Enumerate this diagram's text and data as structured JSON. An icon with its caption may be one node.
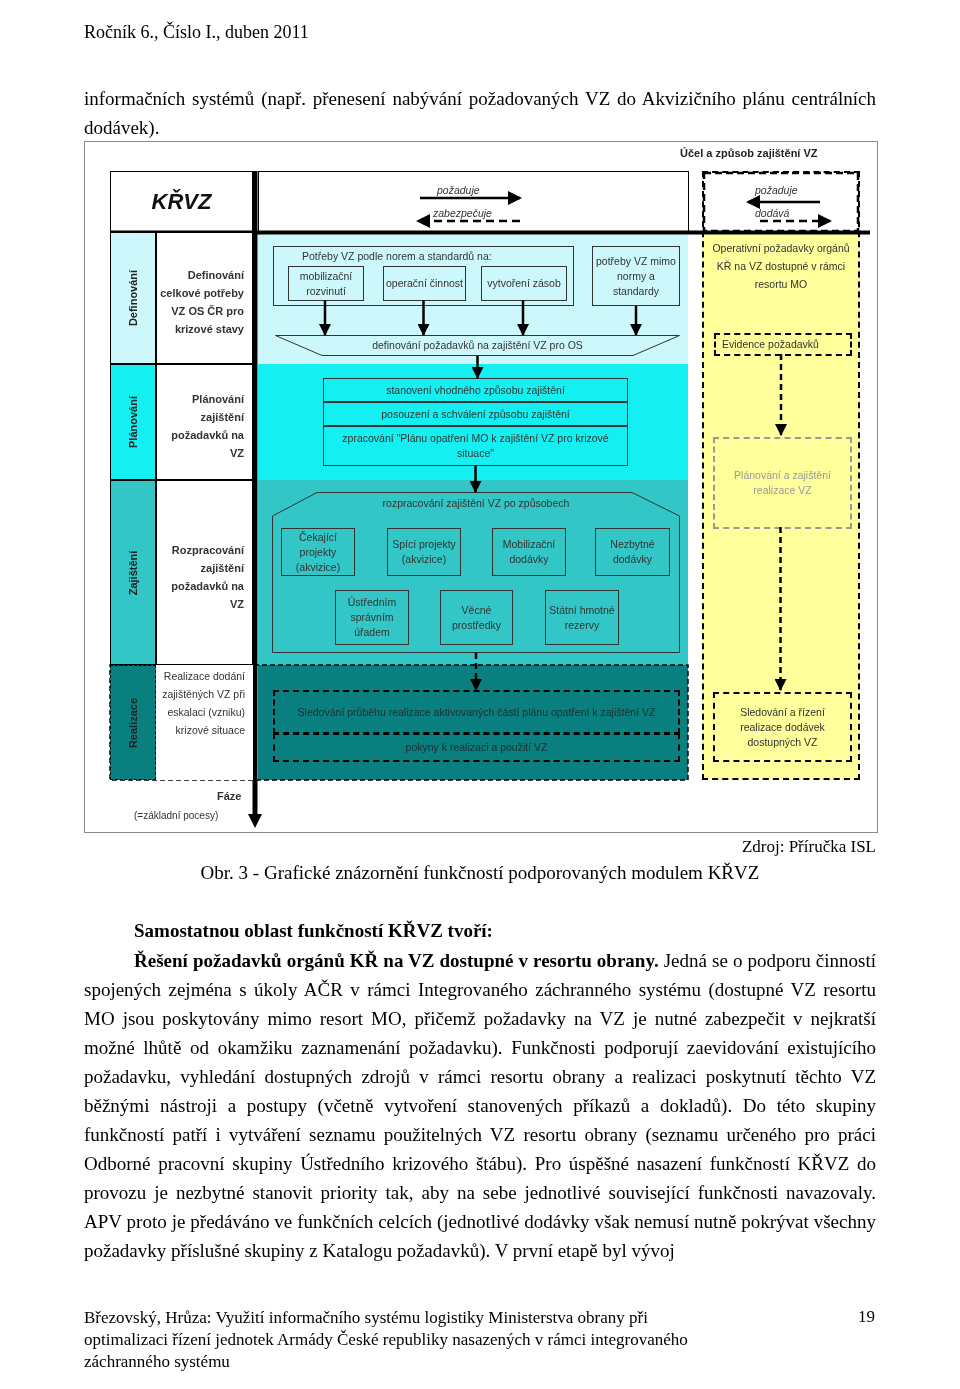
{
  "diagram": {
    "caption": "Obr. 3 - Grafické znázornění funkčností podporovaných modulem KŘVZ",
    "nodes": [
      {
        "text": [
          "KŘVZ"
        ]
      },
      {
        "text": [
          "Definování"
        ]
      },
      {
        "text": [
          "Definování celkové potřeby VZ OS ČR pro krizové stavy"
        ]
      },
      {
        "text": [
          "Plánování"
        ]
      },
      {
        "text": [
          "Plánování zajištění požadavků na VZ"
        ]
      },
      {
        "text": [
          "Zajištění"
        ]
      },
      {
        "text": [
          "Rozpracování zajištění požadavků na VZ"
        ]
      },
      {
        "text": [
          "Realizace"
        ]
      },
      {
        "text": [
          "Realizace dodání zajištěných VZ při eskalaci (vzniku) krizové situace"
        ]
      },
      {
        "text": [
          "Potřeby VZ podle norem a standardů na:"
        ]
      },
      {
        "text": [
          "mobilizační rozvinutí"
        ],
        "in": 9
      },
      {
        "text": [
          "operační činnost"
        ],
        "in": 9
      },
      {
        "text": [
          "vytvoření zásob"
        ],
        "in": 9
      },
      {
        "text": [
          "potřeby VZ mimo normy a standardy"
        ]
      },
      {
        "text": [
          "definování požadavků na zajištění VZ pro OS"
        ]
      },
      {
        "text": [
          "stanovení vhodného způsobu zajištění"
        ]
      },
      {
        "text": [
          "posouzení a schválení způsobu zajištění"
        ]
      },
      {
        "text": [
          "zpracování \"Plánu opatření MO k zajištění VZ pro krizové situace\""
        ]
      },
      {
        "text": [
          "rozpracování zajištění VZ po způsobech"
        ]
      },
      {
        "text": [
          "Čekající projekty (akvizice)"
        ],
        "in": 18
      },
      {
        "text": [
          "Spící projekty (akvizice)"
        ],
        "in": 18
      },
      {
        "text": [
          "Mobilizační dodávky"
        ],
        "in": 18
      },
      {
        "text": [
          "Nezbytné dodávky"
        ],
        "in": 18
      },
      {
        "text": [
          "Ústředním správním úřadem"
        ],
        "in": 18
      },
      {
        "text": [
          "Věcné prostředky"
        ],
        "in": 18
      },
      {
        "text": [
          "Státní hmotné rezervy"
        ],
        "in": 18
      },
      {
        "text": [
          "Sledování průběhu realizace aktivovaných částí plánu opatření k zajištění VZ"
        ]
      },
      {
        "text": [
          "pokyny k realizaci a použití VZ"
        ]
      },
      {
        "text": [
          "Účel a způsob zajištění VZ",
          "Operativní požadavky orgánů KŘ na VZ dostupné v rámci resortu MO"
        ]
      },
      {
        "text": [
          "Evidence požadavků"
        ],
        "in": 28
      },
      {
        "text": [
          "Plánování a zajištění realizace VZ"
        ],
        "in": 28
      },
      {
        "text": [
          "Sledování a řízení realizace dodávek dostupných VZ"
        ],
        "in": 28
      }
    ],
    "edges": [
      {
        "from": 10,
        "to": 14,
        "arrow": "to"
      },
      {
        "from": 11,
        "to": 14,
        "arrow": "to"
      },
      {
        "from": 12,
        "to": 14,
        "arrow": "to"
      },
      {
        "from": 13,
        "to": 14,
        "arrow": "to"
      },
      {
        "from": 14,
        "to": 15,
        "arrow": "to"
      },
      {
        "from": 17,
        "to": 18,
        "arrow": "to"
      },
      {
        "from": 18,
        "to": 26,
        "arrow": "to",
        "style": "dashed"
      },
      {
        "from": 29,
        "to": 30,
        "arrow": "to",
        "style": "dashed"
      },
      {
        "from": 30,
        "to": 31,
        "arrow": "to",
        "style": "dashed"
      }
    ],
    "labels": [
      "Ročník 6., Číslo I., duben 2011",
      "informačních systémů (např. přenesení nabývání požadovaných VZ do Akvizičního plánu centrálních dodávek).",
      "požaduje",
      "zabezpečuje",
      "požaduje",
      "dodává",
      "Fáze",
      "(=základní pocesy)",
      "Zdroj: Příručka ISL",
      "Samostatnou oblast funkčností KŘVZ tvoří:",
      "**Řešení požadavků orgánů KŘ na VZ dostupné v resortu obrany.** Jedná se o podporu činností spojených zejména s úkoly AČR v rámci Integrovaného záchranného systému (dostupné VZ resortu MO jsou poskytovány mimo resort MO, přičemž požadavky na VZ je nutné zabezpečit v nejkratší možné lhůtě od okamžiku zaznamenání požadavku). Funkčnosti podporují zaevidování existujícího požadavku, vyhledání dostupných zdrojů v rámci resortu obrany a realizaci poskytnutí těchto VZ běžnými nástroji a postupy (včetně vytvoření stanovených příkazů a dokladů). Do této skupiny funkčností patří i vytváření seznamu použitelných VZ resortu obrany (seznamu určeného pro práci Odborné pracovní skupiny Ústředního krizového štábu). Pro úspěšné nasazení funkčností KŘVZ do provozu je nezbytné stanovit priority tak, aby na sebe jednotlivé související funkčnosti navazovaly. APV proto je předáváno ve funkčních celcích (jednotlivé dodávky však nemusí nutně pokrývat všechny požadavky příslušné skupiny z Katalogu požadavků). V první etapě byl vývoj",
      "Březovský, Hrůza: Využití informačního systému logistiky Ministerstva obrany při optimalizaci řízení jednotek Armády České republiky nasazených v rámci integrovaného záchranného systému",
      "19"
    ]
  }
}
